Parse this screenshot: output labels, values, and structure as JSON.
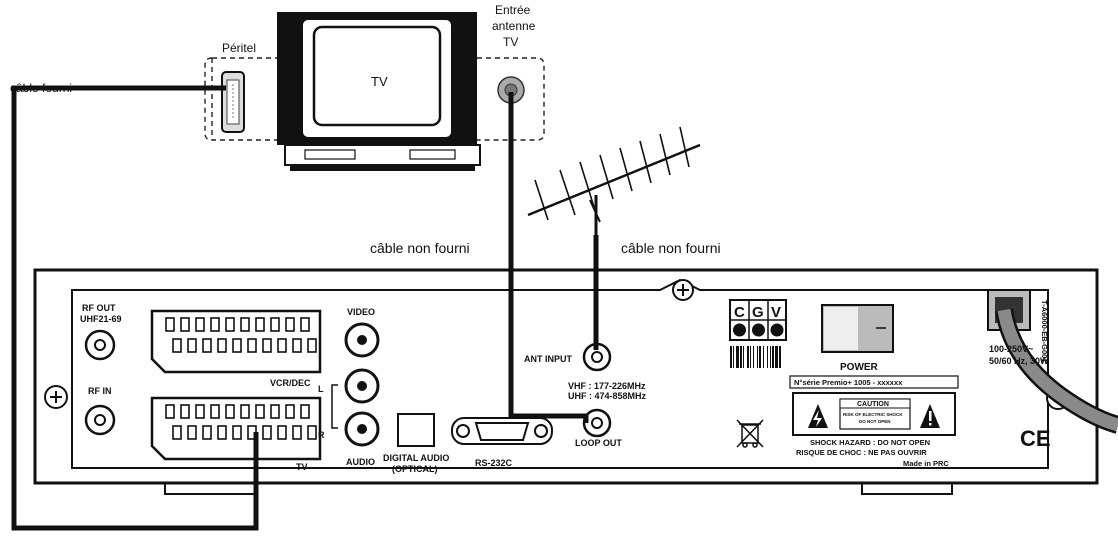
{
  "labels": {
    "peritel": "Péritel",
    "tv_screen": "TV",
    "antenna_input_l1": "Entrée",
    "antenna_input_l2": "antenne",
    "antenna_input_l3": "TV",
    "cable_supplied": "câble fourni",
    "cable_not_supplied_1": "câble non fourni",
    "cable_not_supplied_2": "câble non fourni"
  },
  "panel": {
    "rf_out_l1": "RF OUT",
    "rf_out_l2": "UHF21-69",
    "rf_in": "RF IN",
    "vcr_dec": "VCR/DEC",
    "tv": "TV",
    "video": "VIDEO",
    "audio_l": "L",
    "audio_r": "R",
    "audio": "AUDIO",
    "digital_audio_l1": "DIGITAL AUDIO",
    "digital_audio_l2": "(OPTICAL)",
    "rs232c": "RS-232C",
    "ant_input": "ANT INPUT",
    "vhf": "VHF : 177-226MHz",
    "uhf": "UHF : 474-858MHz",
    "loop_out": "LOOP OUT",
    "logo_letters": [
      "C",
      "G",
      "V"
    ],
    "power": "POWER",
    "serial": "N°série Premio+ 1005 - xxxxxx",
    "caution": "CAUTION",
    "caution_l1": "RISK OF ELECTRIC SHOCK",
    "caution_l2": "DO NOT OPEN",
    "shock_hazard": "SHOCK HAZARD : DO NOT OPEN",
    "risque_choc": "RISQUE DE CHOC : NE PAS OUVRIR",
    "made_in": "Made in PRC",
    "voltage_l1": "100-250V~",
    "voltage_l2": "50/60 Hz, 30W",
    "model_code": "T-A6000-EB-G001",
    "ce_mark": "CE"
  }
}
